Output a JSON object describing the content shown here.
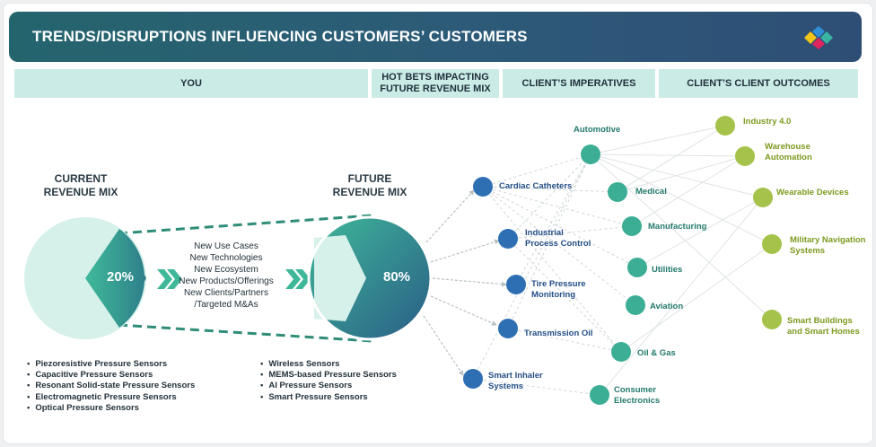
{
  "header": {
    "title": "TRENDS/DISRUPTIONS INFLUENCING CUSTOMERS’ CUSTOMERS",
    "logo_icon": "diamond-cluster-logo"
  },
  "columns": {
    "you": "YOU",
    "hot_bets_line1": "HOT BETS IMPACTING",
    "hot_bets_line2": "FUTURE REVENUE MIX",
    "imperatives": "CLIENT’S IMPERATIVES",
    "outcomes": "CLIENT’S CLIENT OUTCOMES"
  },
  "current": {
    "label_line1": "CURRENT",
    "label_line2": "REVENUE MIX",
    "percent": "20%",
    "share": 0.2
  },
  "future": {
    "label_line1": "FUTURE",
    "label_line2": "REVENUE MIX",
    "percent": "80%",
    "share": 0.8
  },
  "drivers": [
    "New Use Cases",
    "New Technologies",
    "New Ecosystem",
    "New Products/Offerings",
    "New Clients/Partners",
    "/Targeted M&As"
  ],
  "current_products": [
    "Piezoresistive Pressure Sensors",
    "Capacitive Pressure Sensors",
    "Resonant Solid-state Pressure Sensors",
    "Electromagnetic Pressure Sensors",
    "Optical Pressure Sensors"
  ],
  "future_products": [
    "Wireless Sensors",
    "MEMS-based Pressure Sensors",
    "AI Pressure Sensors",
    "Smart Pressure Sensors"
  ],
  "hot_bets": [
    {
      "line1": "Cardiac Catheters",
      "line2": ""
    },
    {
      "line1": "Industrial",
      "line2": "Process Control"
    },
    {
      "line1": "Tire Pressure",
      "line2": "Monitoring"
    },
    {
      "line1": "Transmission Oil",
      "line2": ""
    },
    {
      "line1": "Smart Inhaler",
      "line2": "Systems"
    }
  ],
  "imperatives": [
    "Automotive",
    "Medical",
    "Manufacturing",
    "Utilities",
    "Aviation",
    "Oil & Gas",
    {
      "line1": "Consumer",
      "line2": "Electronics"
    }
  ],
  "outcomes": [
    {
      "line1": "Industry 4.0",
      "line2": ""
    },
    {
      "line1": "Warehouse",
      "line2": "Automation"
    },
    {
      "line1": "Wearable Devices",
      "line2": ""
    },
    {
      "line1": "Military Navigation",
      "line2": "Systems"
    },
    {
      "line1": "Smart Buildings",
      "line2": "and Smart Homes"
    }
  ],
  "colors": {
    "banner": "#2a5d74",
    "header_band": "#cbece6",
    "hot_bet_node": "#2e6fb3",
    "imperative_node": "#3bae95",
    "outcome_node": "#a5c24a",
    "pie_light": "#d6f0ea"
  }
}
